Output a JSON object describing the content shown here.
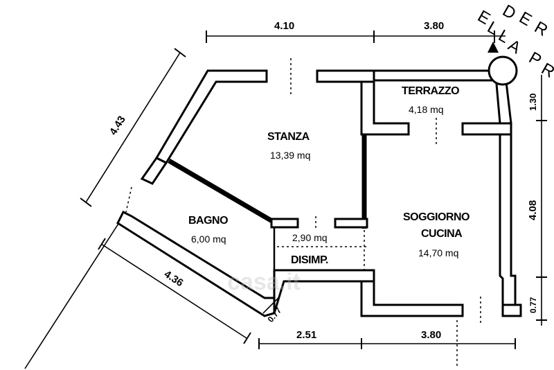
{
  "rooms": {
    "stanza": {
      "name": "STANZA",
      "area": "13,39 mq"
    },
    "terrazzo": {
      "name": "TERRAZZO",
      "area": "4,18 mq"
    },
    "bagno": {
      "name": "BAGNO",
      "area": "6,00 mq"
    },
    "disimpegno": {
      "name": "DISIMP.",
      "area": "2,90 mq"
    },
    "soggiorno": {
      "name_line1": "SOGGIORNO",
      "name_line2": "CUCINA",
      "area": "14,70 mq"
    }
  },
  "dimensions": {
    "top_left": "4.10",
    "top_right": "3.80",
    "left_diagonal": "4.43",
    "lower_left_diagonal": "4.36",
    "small_diagonal": "0.77",
    "bottom_left": "2.51",
    "bottom_right": "3.80",
    "right_top": "1.30",
    "right_middle": "4.08",
    "right_bottom": "0.77"
  },
  "street_letters": [
    "D",
    "E",
    "R",
    "E",
    "L",
    "L",
    "A",
    "P",
    "R"
  ],
  "watermark": "casa.it"
}
